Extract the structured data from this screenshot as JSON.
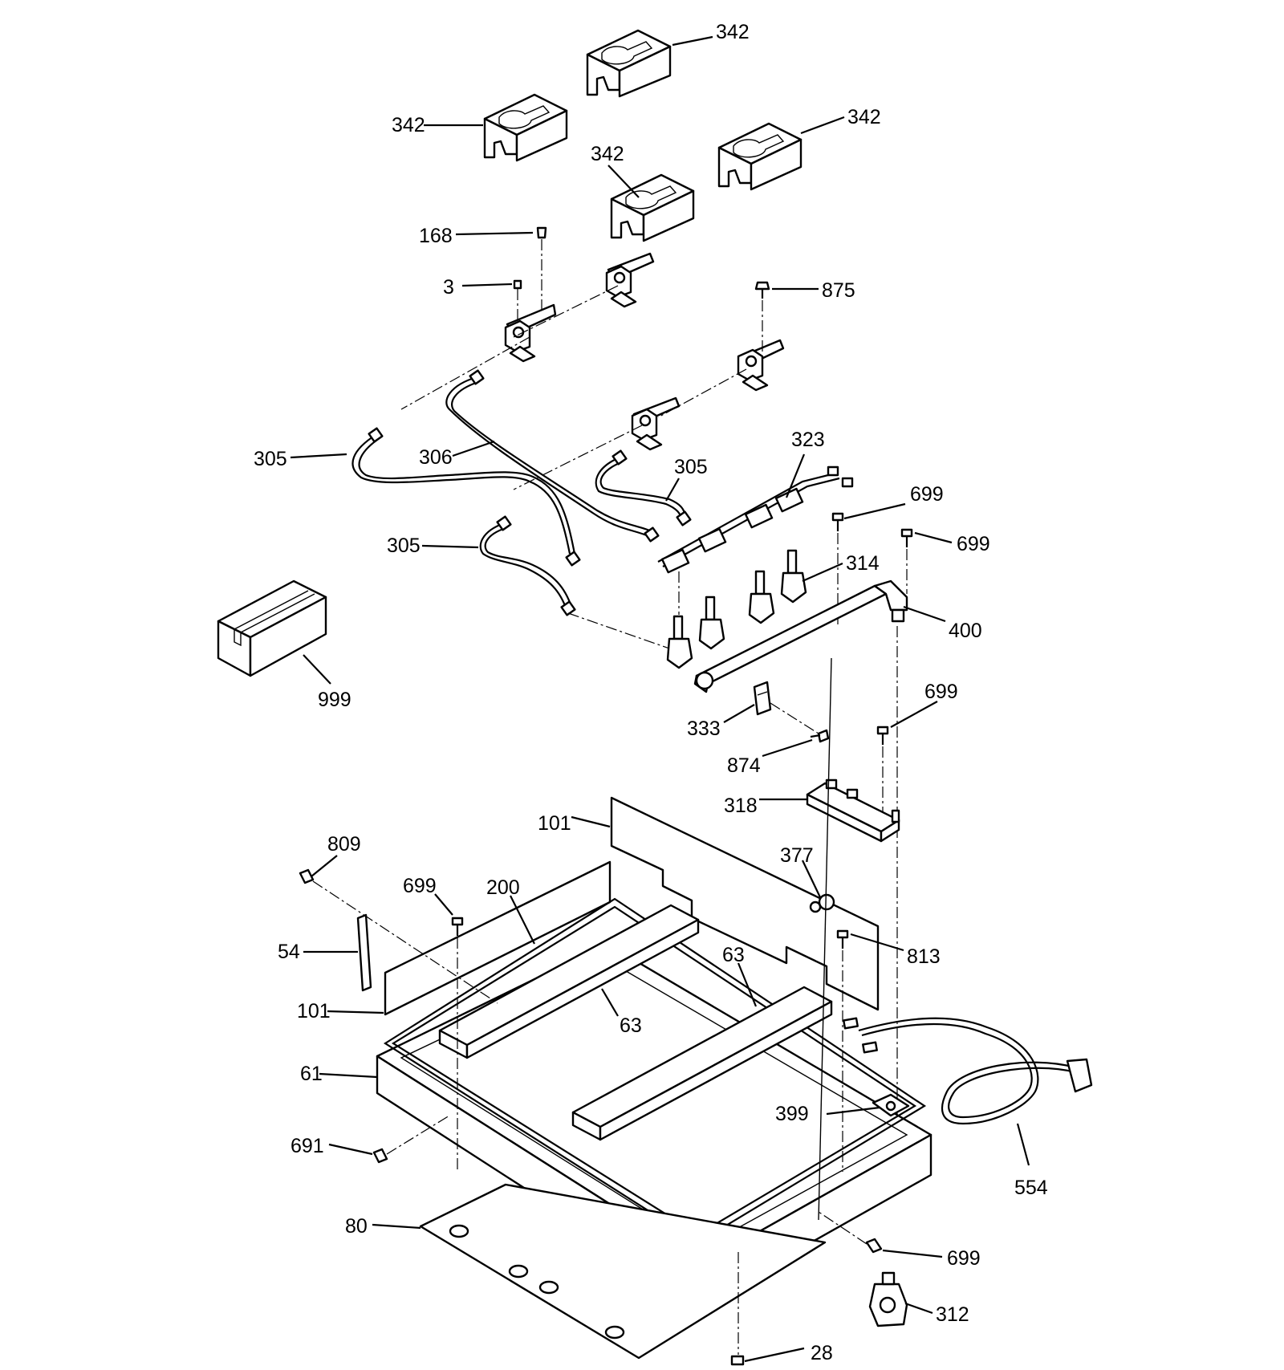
{
  "labels": {
    "l342a": "342",
    "l342b": "342",
    "l342c": "342",
    "l342d": "342",
    "l168": "168",
    "l3": "3",
    "l875": "875",
    "l305a": "305",
    "l306": "306",
    "l305b": "305",
    "l305c": "305",
    "l323": "323",
    "l699a": "699",
    "l699b": "699",
    "l314": "314",
    "l400": "400",
    "l999": "999",
    "l333": "333",
    "l699c": "699",
    "l874": "874",
    "l318": "318",
    "l101a": "101",
    "l809": "809",
    "l377": "377",
    "l699d": "699",
    "l200": "200",
    "l54": "54",
    "l813": "813",
    "l63a": "63",
    "l63b": "63",
    "l101b": "101",
    "l61": "61",
    "l399": "399",
    "l554": "554",
    "l691": "691",
    "l80": "80",
    "l699e": "699",
    "l312": "312",
    "l28": "28"
  }
}
